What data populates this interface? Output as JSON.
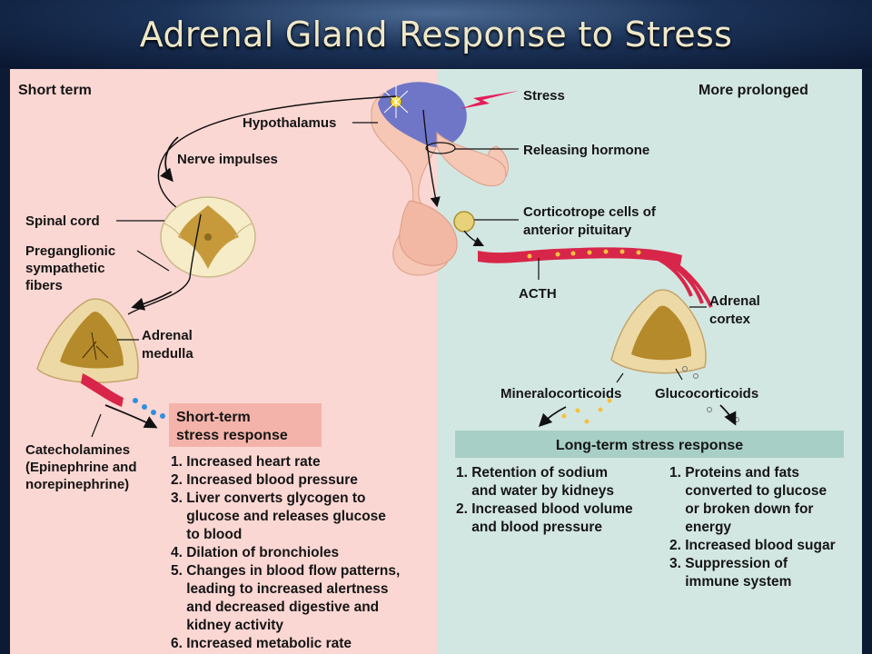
{
  "title": "Adrenal Gland Response to Stress",
  "colors": {
    "short_term_bg": "#fbd7d3",
    "prolonged_bg": "#d3e7e2",
    "response_box": "#f4b3aa",
    "long_box": "#a8cfc6",
    "vessel": "#d8264a",
    "gland": "#f6c7b4",
    "hypothalamus": "#6f76c8",
    "adrenal_tan": "#edd9a5",
    "adrenal_brown": "#b58a2a"
  },
  "panels": {
    "short_term": "Short term",
    "prolonged": "More prolonged"
  },
  "labels": {
    "stress": "Stress",
    "hypothalamus": "Hypothalamus",
    "releasing_hormone": "Releasing hormone",
    "nerve_impulses": "Nerve impulses",
    "corticotrope": [
      "Corticotrope cells of",
      "anterior pituitary"
    ],
    "spinal_cord": "Spinal cord",
    "preganglionic": [
      "Preganglionic",
      "sympathetic",
      "fibers"
    ],
    "acth": "ACTH",
    "adrenal_cortex": [
      "Adrenal",
      "cortex"
    ],
    "adrenal_medulla": [
      "Adrenal",
      "medulla"
    ],
    "mineralocorticoids": "Mineralocorticoids",
    "glucocorticoids": "Glucocorticoids",
    "catecholamines": [
      "Catecholamines",
      "(Epinephrine and",
      "norepinephrine)"
    ]
  },
  "short_response": {
    "title": [
      "Short-term",
      "stress response"
    ],
    "items": [
      "1. Increased heart rate",
      "2. Increased blood pressure",
      "3. Liver converts glycogen to",
      "    glucose and releases glucose",
      "    to blood",
      "4. Dilation of bronchioles",
      "5. Changes in blood flow patterns,",
      "    leading to increased alertness",
      "    and decreased digestive and",
      "    kidney activity",
      "6. Increased metabolic rate"
    ]
  },
  "long_response": {
    "title": "Long-term stress response",
    "left_items": [
      "1. Retention of sodium",
      "    and water by kidneys",
      "2. Increased blood volume",
      "    and blood pressure"
    ],
    "right_items": [
      "1. Proteins and fats",
      "    converted to glucose",
      "    or broken down for",
      "    energy",
      "2. Increased blood sugar",
      "3. Suppression of",
      "    immune system"
    ]
  }
}
